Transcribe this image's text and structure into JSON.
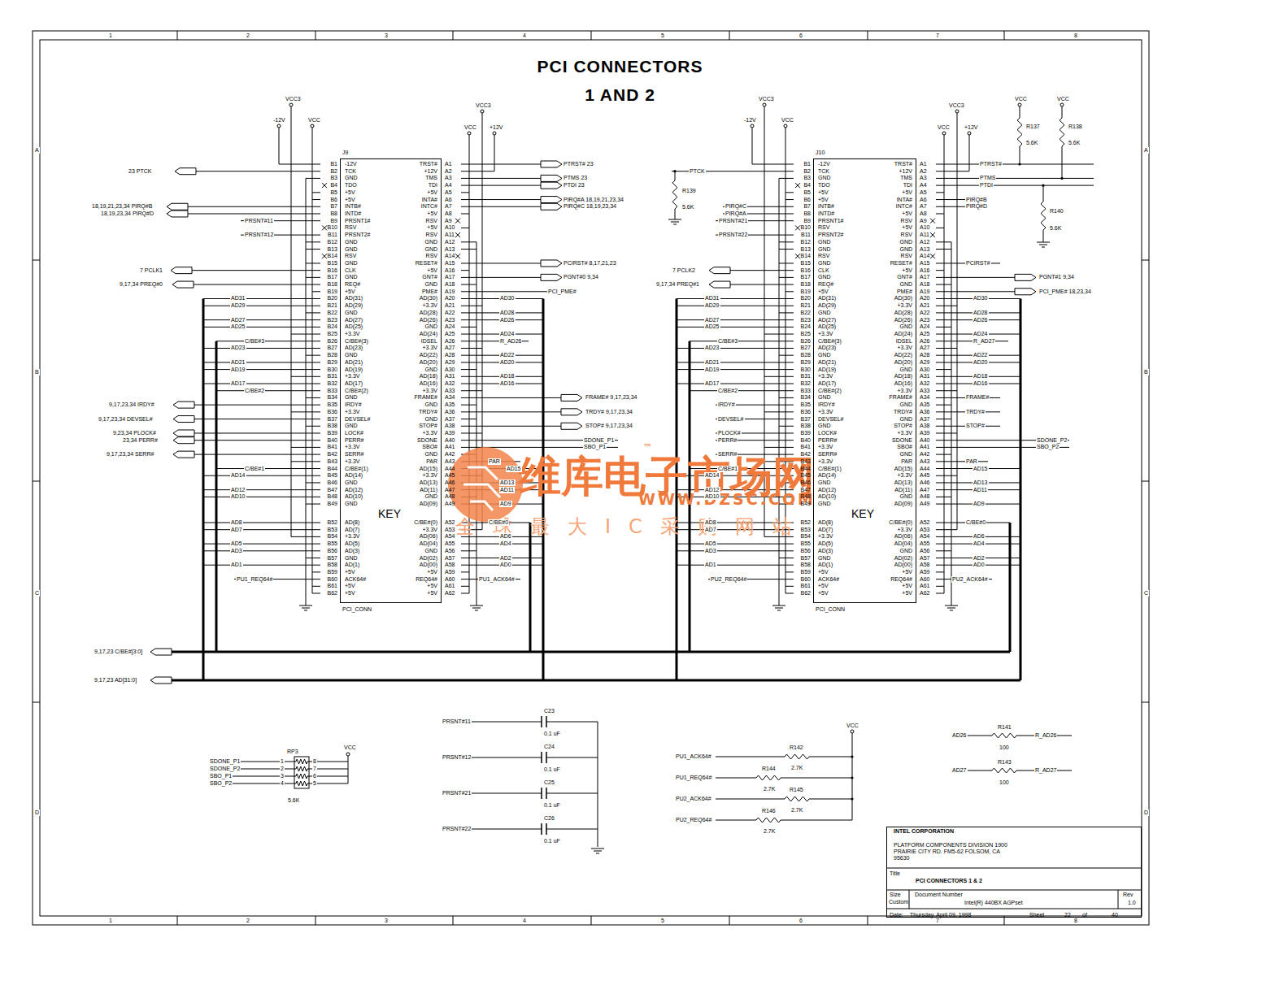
{
  "diagram": {
    "title": "PCI CONNECTORS 1 AND 2",
    "nodes": [
      {
        "text": [
          "J9",
          "KEY",
          "PCI_CONN",
          "B1",
          "B2",
          "B3",
          "B4",
          "B5",
          "B6",
          "B7",
          "B8",
          "B9",
          "B10",
          "B11",
          "B12",
          "B13",
          "B14",
          "B15",
          "B16",
          "B17",
          "B18",
          "B19",
          "B20",
          "B21",
          "B22",
          "B23",
          "B24",
          "B25",
          "B26",
          "B27",
          "B28",
          "B29",
          "B30",
          "B31",
          "B32",
          "B33",
          "B34",
          "B35",
          "B36",
          "B37",
          "B38",
          "B39",
          "B40",
          "B41",
          "B42",
          "B43",
          "B44",
          "B45",
          "B46",
          "B47",
          "B48",
          "B49",
          "B52",
          "B53",
          "B54",
          "B55",
          "B56",
          "B57",
          "B58",
          "B59",
          "B60",
          "B61",
          "B62",
          "-12V",
          "TCK",
          "GND",
          "TDO",
          "+5V",
          "+5V",
          "INTB#",
          "INTD#",
          "PRSNT1#",
          "RSV",
          "PRSNT2#",
          "GND",
          "GND",
          "RSV",
          "GND",
          "CLK",
          "GND",
          "REQ#",
          "+5V",
          "AD(31)",
          "AD(29)",
          "GND",
          "AD(27)",
          "AD(25)",
          "+3.3V",
          "C/BE#(3)",
          "AD(23)",
          "GND",
          "AD(21)",
          "AD(19)",
          "+3.3V",
          "AD(17)",
          "C/BE#(2)",
          "GND",
          "IRDY#",
          "+3.3V",
          "DEVSEL#",
          "GND",
          "LOCK#",
          "PERR#",
          "+3.3V",
          "SERR#",
          "+3.3V",
          "C/BE#(1)",
          "AD(14)",
          "GND",
          "AD(12)",
          "AD(10)",
          "GND",
          "AD(8)",
          "AD(7)",
          "+3.3V",
          "AD(5)",
          "AD(3)",
          "GND",
          "AD(1)",
          "+5V",
          "ACK64#",
          "+5V",
          "+5V",
          "TRST#",
          "+12V",
          "TMS",
          "TDI",
          "+5V",
          "INTA#",
          "INTC#",
          "+5V",
          "RSV",
          "+5V",
          "RSV",
          "GND",
          "GND",
          "RSV",
          "RESET#",
          "+5V",
          "GNT#",
          "GND",
          "PME#",
          "AD(30)",
          "+3.3V",
          "AD(28)",
          "AD(26)",
          "GND",
          "AD(24)",
          "IDSEL",
          "+3.3V",
          "AD(22)",
          "AD(20)",
          "GND",
          "AD(18)",
          "AD(16)",
          "+3.3V",
          "FRAME#",
          "GND",
          "TRDY#",
          "GND",
          "STOP#",
          "+3.3V",
          "SDONE",
          "SBO#",
          "GND",
          "PAR",
          "AD(15)",
          "+3.3V",
          "AD(13)",
          "AD(11)",
          "GND",
          "AD(09)",
          "C/BE#(0)",
          "+3.3V",
          "AD(06)",
          "AD(04)",
          "GND",
          "AD(02)",
          "AD(00)",
          "+5V",
          "REQ64#",
          "+5V",
          "+5V",
          "A1",
          "A2",
          "A3",
          "A4",
          "A5",
          "A6",
          "A7",
          "A8",
          "A9",
          "A10",
          "A11",
          "A12",
          "A13",
          "A14",
          "A15",
          "A16",
          "A17",
          "A18",
          "A19",
          "A20",
          "A21",
          "A22",
          "A23",
          "A24",
          "A25",
          "A26",
          "A27",
          "A28",
          "A29",
          "A30",
          "A31",
          "A32",
          "A33",
          "A34",
          "A35",
          "A36",
          "A37",
          "A38",
          "A39",
          "A40",
          "A41",
          "A42",
          "A43",
          "A44",
          "A45",
          "A46",
          "A47",
          "A48",
          "A49",
          "A52",
          "A53",
          "A54",
          "A55",
          "A56",
          "A57",
          "A58",
          "A59",
          "A60",
          "A61",
          "A62"
        ]
      },
      {
        "text": [
          "J10",
          "KEY",
          "PCI_CONN",
          "B1",
          "B2",
          "B3",
          "B4",
          "B5",
          "B6",
          "B7",
          "B8",
          "B9",
          "B10",
          "B11",
          "B12",
          "B13",
          "B14",
          "B15",
          "B16",
          "B17",
          "B18",
          "B19",
          "B20",
          "B21",
          "B22",
          "B23",
          "B24",
          "B25",
          "B26",
          "B27",
          "B28",
          "B29",
          "B30",
          "B31",
          "B32",
          "B33",
          "B34",
          "B35",
          "B36",
          "B37",
          "B38",
          "B39",
          "B40",
          "B41",
          "B42",
          "B43",
          "B44",
          "B45",
          "B46",
          "B47",
          "B48",
          "B49",
          "B52",
          "B53",
          "B54",
          "B55",
          "B56",
          "B57",
          "B58",
          "B59",
          "B60",
          "B61",
          "B62",
          "-12V",
          "TCK",
          "GND",
          "TDO",
          "+5V",
          "+5V",
          "INTB#",
          "INTD#",
          "PRSNT1#",
          "RSV",
          "PRSNT2#",
          "GND",
          "GND",
          "RSV",
          "GND",
          "CLK",
          "GND",
          "REQ#",
          "+5V",
          "AD(31)",
          "AD(29)",
          "GND",
          "AD(27)",
          "AD(25)",
          "+3.3V",
          "C/BE#(3)",
          "AD(23)",
          "GND",
          "AD(21)",
          "AD(19)",
          "+3.3V",
          "AD(17)",
          "C/BE#(2)",
          "GND",
          "IRDY#",
          "+3.3V",
          "DEVSEL#",
          "GND",
          "LOCK#",
          "PERR#",
          "+3.3V",
          "SERR#",
          "+3.3V",
          "C/BE#(1)",
          "AD(14)",
          "GND",
          "AD(12)",
          "AD(10)",
          "GND",
          "AD(8)",
          "AD(7)",
          "+3.3V",
          "AD(5)",
          "AD(3)",
          "GND",
          "AD(1)",
          "+5V",
          "ACK64#",
          "+5V",
          "+5V",
          "TRST#",
          "+12V",
          "TMS",
          "TDI",
          "+5V",
          "INTA#",
          "INTC#",
          "+5V",
          "RSV",
          "+5V",
          "RSV",
          "GND",
          "GND",
          "RSV",
          "RESET#",
          "+5V",
          "GNT#",
          "GND",
          "PME#",
          "AD(30)",
          "+3.3V",
          "AD(28)",
          "AD(26)",
          "GND",
          "AD(24)",
          "IDSEL",
          "+3.3V",
          "AD(22)",
          "AD(20)",
          "GND",
          "AD(18)",
          "AD(16)",
          "+3.3V",
          "FRAME#",
          "GND",
          "TRDY#",
          "GND",
          "STOP#",
          "+3.3V",
          "SDONE",
          "SBO#",
          "GND",
          "PAR",
          "AD(15)",
          "+3.3V",
          "AD(13)",
          "AD(11)",
          "GND",
          "AD(09)",
          "C/BE#(0)",
          "+3.3V",
          "AD(06)",
          "AD(04)",
          "GND",
          "AD(02)",
          "AD(00)",
          "+5V",
          "REQ64#",
          "+5V",
          "+5V",
          "A1",
          "A2",
          "A3",
          "A4",
          "A5",
          "A6",
          "A7",
          "A8",
          "A9",
          "A10",
          "A11",
          "A12",
          "A13",
          "A14",
          "A15",
          "A16",
          "A17",
          "A18",
          "A19",
          "A20",
          "A21",
          "A22",
          "A23",
          "A24",
          "A25",
          "A26",
          "A27",
          "A28",
          "A29",
          "A30",
          "A31",
          "A32",
          "A33",
          "A34",
          "A35",
          "A36",
          "A37",
          "A38",
          "A39",
          "A40",
          "A41",
          "A42",
          "A43",
          "A44",
          "A45",
          "A46",
          "A47",
          "A48",
          "A49",
          "A52",
          "A53",
          "A54",
          "A55",
          "A56",
          "A57",
          "A58",
          "A59",
          "A60",
          "A61",
          "A62"
        ]
      },
      {
        "text": [
          "INTEL CORPORATION",
          "PLATFORM COMPONENTS DIVISION 1900 PRAIRIE CITY RD. FM5-62 FOLSOM, CA 95630",
          "Title",
          "PCI CONNECTORS 1 & 2",
          "Size",
          "Custom",
          "Document Number",
          "Intel(R) 440BX AGPset",
          "Rev",
          "1.0",
          "Date:",
          "Thursday, April 09, 1998",
          "Sheet",
          "22",
          "of",
          "40"
        ]
      }
    ],
    "labels": [
      "1",
      "2",
      "3",
      "4",
      "5",
      "6",
      "7",
      "8",
      "1",
      "2",
      "3",
      "4",
      "5",
      "6",
      "7",
      "8",
      "A",
      "B",
      "C",
      "D",
      "A",
      "B",
      "C",
      "D",
      "VCC3",
      "-12V",
      "VCC",
      "VCC3",
      "VCC",
      "+12V",
      "VCC3",
      "-12V",
      "VCC",
      "VCC3",
      "VCC",
      "+12V",
      "VCC",
      "VCC",
      "R137",
      "5.6K",
      "R138",
      "5.6K",
      "R139",
      "5.6K",
      "R140",
      "5.6K",
      "23 PTCK",
      "18,19,21,23,34 PIRQ#B",
      "18,19,23,34 PIRQ#D",
      "PRSNT#11",
      "PRSNT#12",
      "7 PCLK1",
      "9,17,34 PREQ#0",
      "AD31",
      "AD29",
      "AD27",
      "AD25",
      "C/BE#3",
      "AD23",
      "AD21",
      "AD19",
      "AD17",
      "C/BE#2",
      "9,17,23,34 IRDY#",
      "9,17,23,34 DEVSEL#",
      "9,23,34 PLOCK#",
      "23,34 PERR#",
      "9,17,23,34 SERR#",
      "C/BE#1",
      "AD14",
      "AD12",
      "AD10",
      "AD8",
      "AD7",
      "AD5",
      "AD3",
      "AD1",
      "PU1_REQ64#",
      "PTRST# 23",
      "PTMS 23",
      "PTDI 23",
      "PIRQ#A 18,19,21,23,34",
      "PIRQ#C 18,19,23,34",
      "PCIRST# 8,17,21,23",
      "PGNT#0 9,34",
      "PCI_PME#",
      "AD30",
      "AD28",
      "AD26",
      "AD24",
      "R_AD26",
      "AD22",
      "AD20",
      "AD18",
      "AD16",
      "FRAME# 9,17,23,34",
      "TRDY# 9,17,23,34",
      "STOP# 9,17,23,34",
      "SDONE_P1",
      "SBO_P1",
      "PAR",
      "AD15",
      "AD13",
      "AD11",
      "AD9",
      "C/BE#0",
      "AD6",
      "AD4",
      "AD2",
      "AD0",
      "PU1_ACK64#",
      "PTCK",
      "PIRQ#C",
      "PIRQ#A",
      "PRSNT#21",
      "PRSNT#22",
      "7 PCLK2",
      "9,17,34 PREQ#1",
      "AD31",
      "AD29",
      "AD27",
      "AD25",
      "C/BE#3",
      "AD23",
      "AD21",
      "AD19",
      "AD17",
      "C/BE#2",
      "IRDY#",
      "DEVSEL#",
      "PLOCK#",
      "PERR#",
      "SERR#",
      "C/BE#1",
      "AD14",
      "AD12",
      "AD10",
      "AD8",
      "AD7",
      "AD5",
      "AD3",
      "AD1",
      "PU2_REQ64#",
      "PTRST#",
      "PTMS",
      "PTDI",
      "PIRQ#B",
      "PIRQ#D",
      "PCIRST#",
      "PGNT#1 9,34",
      "PCI_PME# 18,23,34",
      "AD30",
      "AD28",
      "AD26",
      "AD24",
      "R_AD27",
      "AD22",
      "AD20",
      "AD18",
      "AD16",
      "FRAME#",
      "TRDY#",
      "STOP#",
      "SDONE_P2",
      "SBO_P2",
      "PAR",
      "AD15",
      "AD13",
      "AD11",
      "AD9",
      "C/BE#0",
      "AD6",
      "AD4",
      "AD2",
      "AD0",
      "PU2_ACK64#",
      "9,17,23 C/BE#[3:0]",
      "9,17,23 AD[31:0]",
      "RP3",
      "SDONE_P1",
      "SDONE_P2",
      "SBO_P1",
      "SBO_P2",
      "1",
      "2",
      "3",
      "4",
      "8",
      "7",
      "6",
      "5",
      "VCC",
      "5.6K",
      "PRSNT#11",
      "C23",
      "0.1 uF",
      "PRSNT#12",
      "C24",
      "0.1 uF",
      "PRSNT#21",
      "C25",
      "0.1 uF",
      "PRSNT#22",
      "C26",
      "0.1 uF",
      "VCC",
      "PU1_ACK64#",
      "R142",
      "2.7K",
      "PU1_REQ64#",
      "R144",
      "2.7K",
      "PU2_ACK64#",
      "R145",
      "2.7K",
      "PU2_REQ64#",
      "R146",
      "2.7K",
      "AD26",
      "R141",
      "100",
      "R_AD26",
      "AD27",
      "R143",
      "100",
      "R_AD27",
      "维库电子市场网",
      "™",
      "WWW.DZSC.COM",
      "全球最大IC采购网站"
    ]
  }
}
